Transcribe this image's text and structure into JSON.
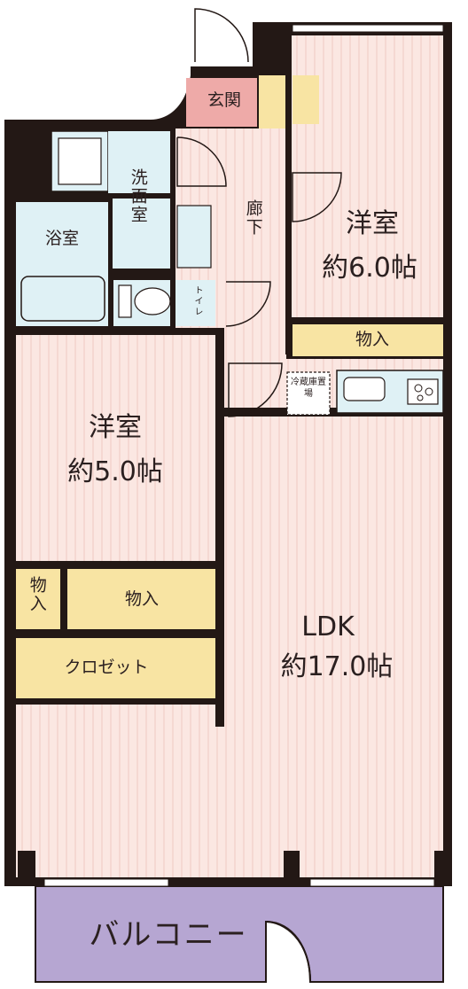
{
  "rooms": {
    "genkan": "玄関",
    "senmenjo": "洗面室",
    "yokushitsu": "浴室",
    "rouka": "廊下",
    "toilet": "トイレ",
    "western_north": {
      "name": "洋室",
      "size": "約6.0帖"
    },
    "monoire_north": "物入",
    "reizoko": "冷蔵庫置場",
    "western_south": {
      "name": "洋室",
      "size": "約5.0帖"
    },
    "monoire_small": "物入",
    "monoire_mid": "物入",
    "closet": "クロゼット",
    "ldk": {
      "name": "LDK",
      "size": "約17.0帖"
    },
    "balcony": "バルコニー"
  },
  "colors": {
    "wall": "#231815",
    "floor": "#fbe7e2",
    "wet": "#dff1f5",
    "storage": "#f8e4a3",
    "entrance": "#eeaaa8",
    "balcony": "#b6a6d2"
  }
}
